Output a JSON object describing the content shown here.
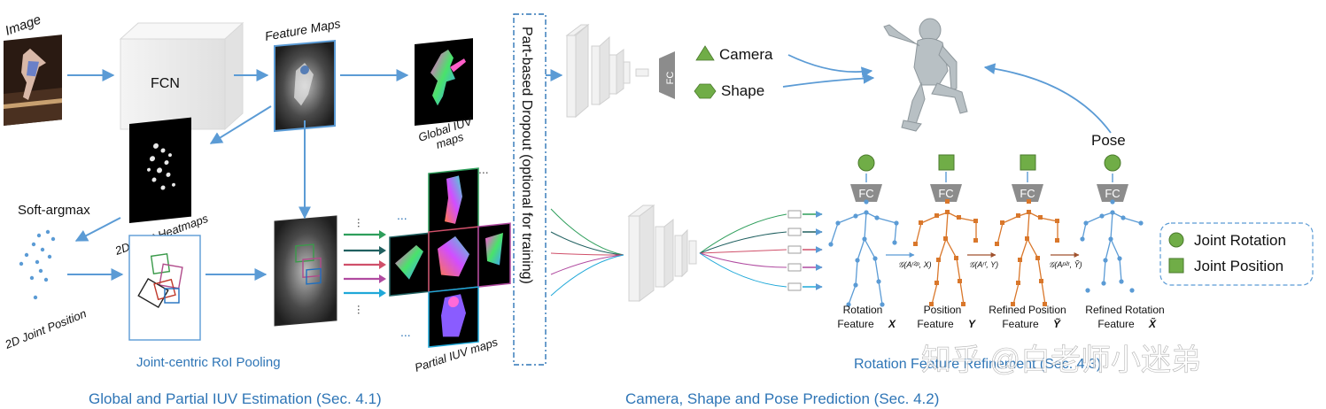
{
  "left": {
    "image_label": "Image",
    "fcn_label": "FCN",
    "feature_maps_label": "Feature Maps",
    "global_iuv_line1": "Global IUV",
    "global_iuv_line2": "maps",
    "heatmaps_label": "2D Joint Heatmaps",
    "soft_argmax_label": "Soft-argmax",
    "joint_position_label": "2D Joint Position",
    "roi_pooling_label": "Joint-centric RoI Pooling",
    "partial_iuv_label": "Partial IUV maps",
    "dots": "...",
    "section_title": "Global and Partial IUV Estimation (Sec. 4.1)"
  },
  "middle": {
    "dropout_label": "Part-based Dropout (optional for training)"
  },
  "right": {
    "fc_label": "FC",
    "camera_label": "Camera",
    "shape_label": "Shape",
    "pose_label": "Pose",
    "stages": [
      {
        "line1": "Rotation",
        "line2": "Feature",
        "sym": "X"
      },
      {
        "line1": "Position",
        "line2": "Feature",
        "sym": "Y"
      },
      {
        "line1": "Refined Position",
        "line2": "Feature",
        "sym": "Ỹ"
      },
      {
        "line1": "Refined Rotation",
        "line2": "Feature",
        "sym": "X̃"
      }
    ],
    "ops": [
      "𝒢(Aʳ²ᵖ, X)",
      "𝒢(Aʳᶠ, Y)",
      "𝒢(Aᵖ²ʳ, Ỹ)"
    ],
    "legend_rotation": "Joint Rotation",
    "legend_position": "Joint Position",
    "refinement_label": "Rotation Feature Refinement (Sec. 4.3)",
    "section_title": "Camera, Shape and Pose Prediction (Sec. 4.2)",
    "watermark": "知乎 @白老师小迷弟"
  },
  "colors": {
    "arrow_blue": "#5b9bd5",
    "joint_green": "#70ad47",
    "position_orange": "#d9772b",
    "rotation_blue": "#5b9bd5",
    "fc_gray": "#8c8c8c"
  }
}
